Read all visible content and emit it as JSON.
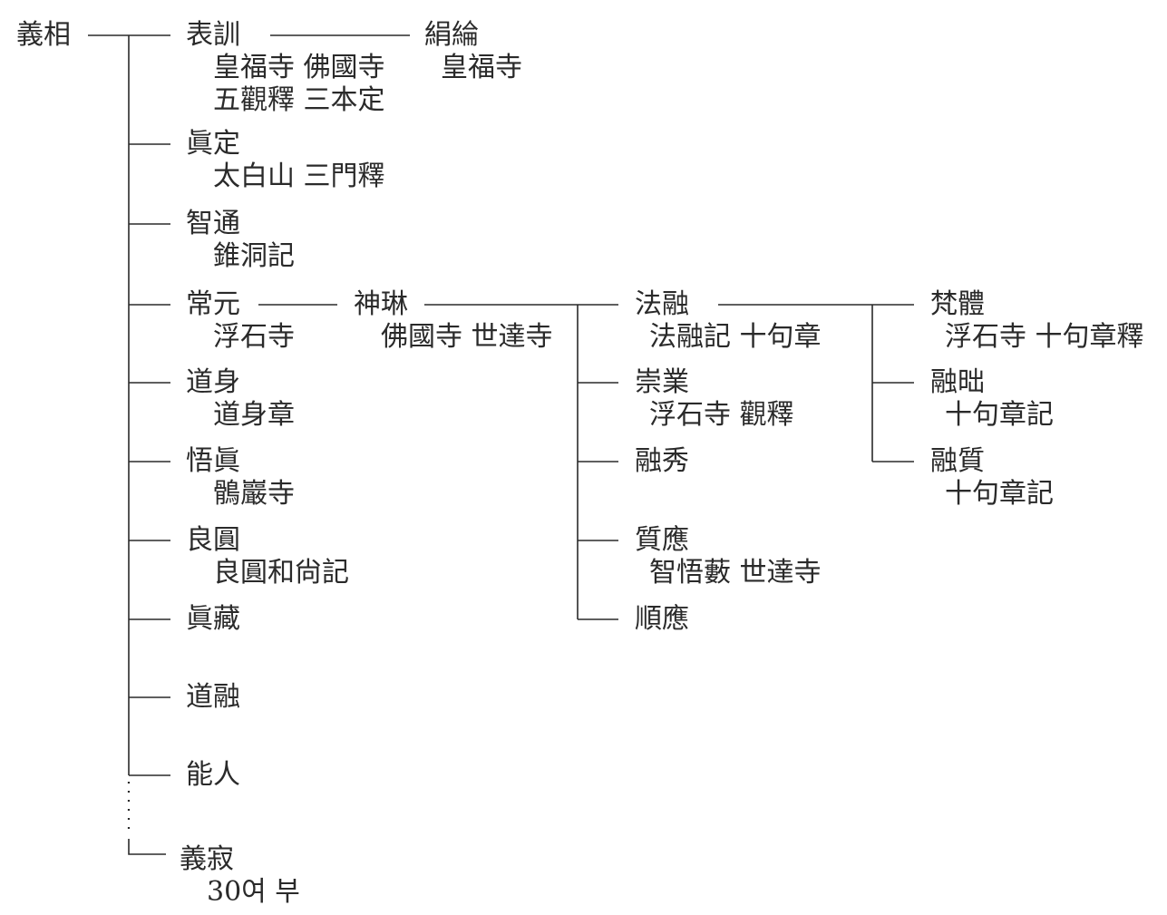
{
  "diagram": {
    "root": {
      "name": "義相"
    },
    "disciples": [
      {
        "key": "pyohun",
        "name": "表訓",
        "lines": [
          "皇福寺 佛國寺",
          "五觀釋 三本定"
        ]
      },
      {
        "key": "jinjeong",
        "name": "眞定",
        "lines": [
          "太白山 三門釋"
        ]
      },
      {
        "key": "jitong",
        "name": "智通",
        "lines": [
          "錐洞記"
        ]
      },
      {
        "key": "sangwon",
        "name": "常元",
        "lines": [
          "浮石寺"
        ]
      },
      {
        "key": "doshin",
        "name": "道身",
        "lines": [
          "道身章"
        ]
      },
      {
        "key": "ojin",
        "name": "悟眞",
        "lines": [
          "鶻巖寺"
        ]
      },
      {
        "key": "yangwon",
        "name": "良圓",
        "lines": [
          "良圓和尙記"
        ]
      },
      {
        "key": "jinjang",
        "name": "眞藏",
        "lines": []
      },
      {
        "key": "doyung",
        "name": "道融",
        "lines": []
      },
      {
        "key": "neungin",
        "name": "能人",
        "lines": []
      },
      {
        "key": "uijeok",
        "name": "義寂",
        "lines": [
          "30여 부"
        ]
      }
    ],
    "pyohun_successor": {
      "name": "絹綸",
      "lines": [
        "皇福寺"
      ]
    },
    "sangwon_successor": {
      "name": "神琳",
      "lines": [
        "佛國寺 世達寺"
      ]
    },
    "sinrim_disciples": [
      {
        "key": "beopyung",
        "name": "法融",
        "lines": [
          "法融記 十句章"
        ]
      },
      {
        "key": "sungeop",
        "name": "崇業",
        "lines": [
          "浮石寺 觀釋"
        ]
      },
      {
        "key": "yungsu",
        "name": "融秀",
        "lines": []
      },
      {
        "key": "jileung",
        "name": "質應",
        "lines": [
          "智悟藪 世達寺"
        ]
      },
      {
        "key": "suneung",
        "name": "順應",
        "lines": []
      }
    ],
    "beopyung_disciples": [
      {
        "key": "beomche",
        "name": "梵體",
        "lines": [
          "浮石寺 十句章釋"
        ]
      },
      {
        "key": "yungjil",
        "name": "融昢",
        "lines": [
          "十句章記"
        ]
      },
      {
        "key": "yungjil2",
        "name": "融質",
        "lines": [
          "十句章記"
        ]
      }
    ]
  }
}
